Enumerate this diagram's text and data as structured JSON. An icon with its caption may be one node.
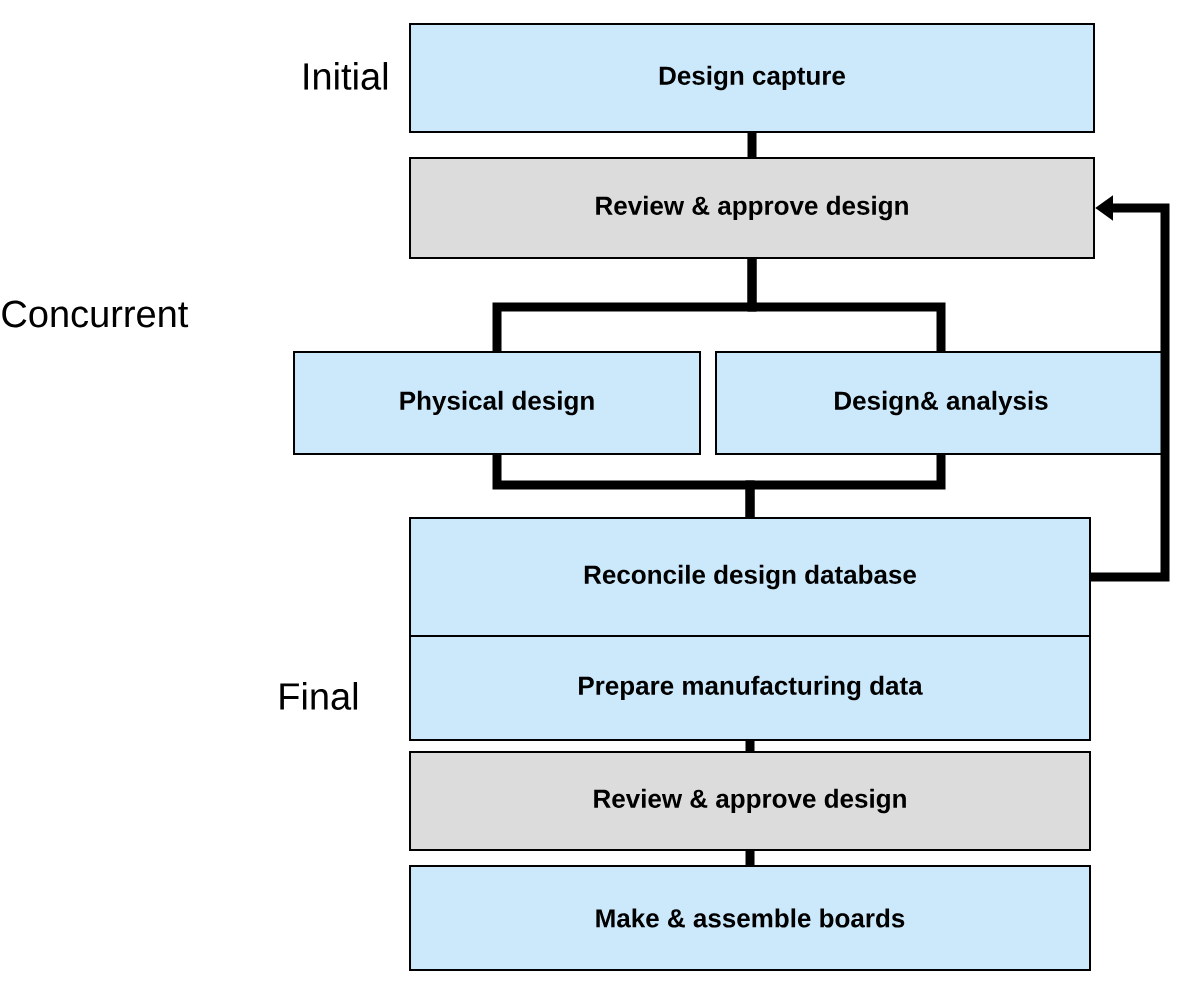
{
  "diagram": {
    "nodes": [
      {
        "text": [
          "Design capture"
        ]
      },
      {
        "text": [
          "Review & approve design"
        ]
      },
      {
        "text": [
          "Physical design"
        ]
      },
      {
        "text": [
          "Design& analysis"
        ]
      },
      {
        "text": [
          "Reconcile design database"
        ]
      },
      {
        "text": [
          "Prepare manufacturing data"
        ]
      },
      {
        "text": [
          "Review & approve design"
        ]
      },
      {
        "text": [
          "Make & assemble boards"
        ]
      }
    ],
    "edges": [
      {
        "from": 0,
        "to": 1,
        "arrow": "none"
      },
      {
        "from": 1,
        "to": 2,
        "arrow": "none"
      },
      {
        "from": 1,
        "to": 3,
        "arrow": "none"
      },
      {
        "from": 2,
        "to": 4,
        "arrow": "none"
      },
      {
        "from": 3,
        "to": 4,
        "arrow": "none"
      },
      {
        "from": 4,
        "to": 1,
        "arrow": "to"
      },
      {
        "from": 5,
        "to": 6,
        "arrow": "none"
      },
      {
        "from": 6,
        "to": 7,
        "arrow": "none"
      }
    ],
    "labels": [
      "Initial",
      "Concurrent",
      "Final"
    ]
  }
}
